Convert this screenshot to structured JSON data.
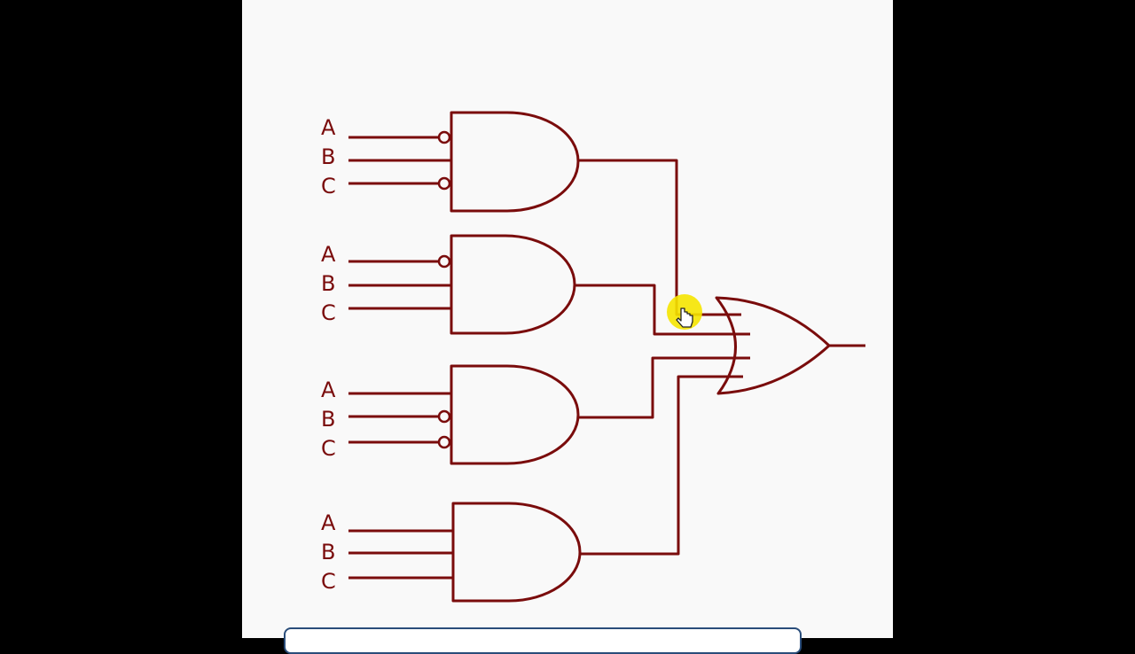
{
  "diagram": {
    "colors": {
      "ink": "#7a0c0c",
      "background": "#f9f9f9",
      "cursor": "#f5e400",
      "frame": "#000000"
    },
    "gates": [
      {
        "id": "and1",
        "type": "AND",
        "inputs": [
          {
            "label": "A",
            "inverted": true
          },
          {
            "label": "B",
            "inverted": false
          },
          {
            "label": "C",
            "inverted": true
          }
        ]
      },
      {
        "id": "and2",
        "type": "AND",
        "inputs": [
          {
            "label": "A",
            "inverted": true
          },
          {
            "label": "B",
            "inverted": false
          },
          {
            "label": "C",
            "inverted": false
          }
        ]
      },
      {
        "id": "and3",
        "type": "AND",
        "inputs": [
          {
            "label": "A",
            "inverted": false
          },
          {
            "label": "B",
            "inverted": true
          },
          {
            "label": "C",
            "inverted": true
          }
        ]
      },
      {
        "id": "and4",
        "type": "AND",
        "inputs": [
          {
            "label": "A",
            "inverted": false
          },
          {
            "label": "B",
            "inverted": false
          },
          {
            "label": "C",
            "inverted": false
          }
        ]
      }
    ],
    "output_gate": {
      "id": "or1",
      "type": "OR",
      "inputs_from": [
        "and1",
        "and2",
        "and3",
        "and4"
      ]
    },
    "cursor_icon": "hand-pointer-icon"
  }
}
